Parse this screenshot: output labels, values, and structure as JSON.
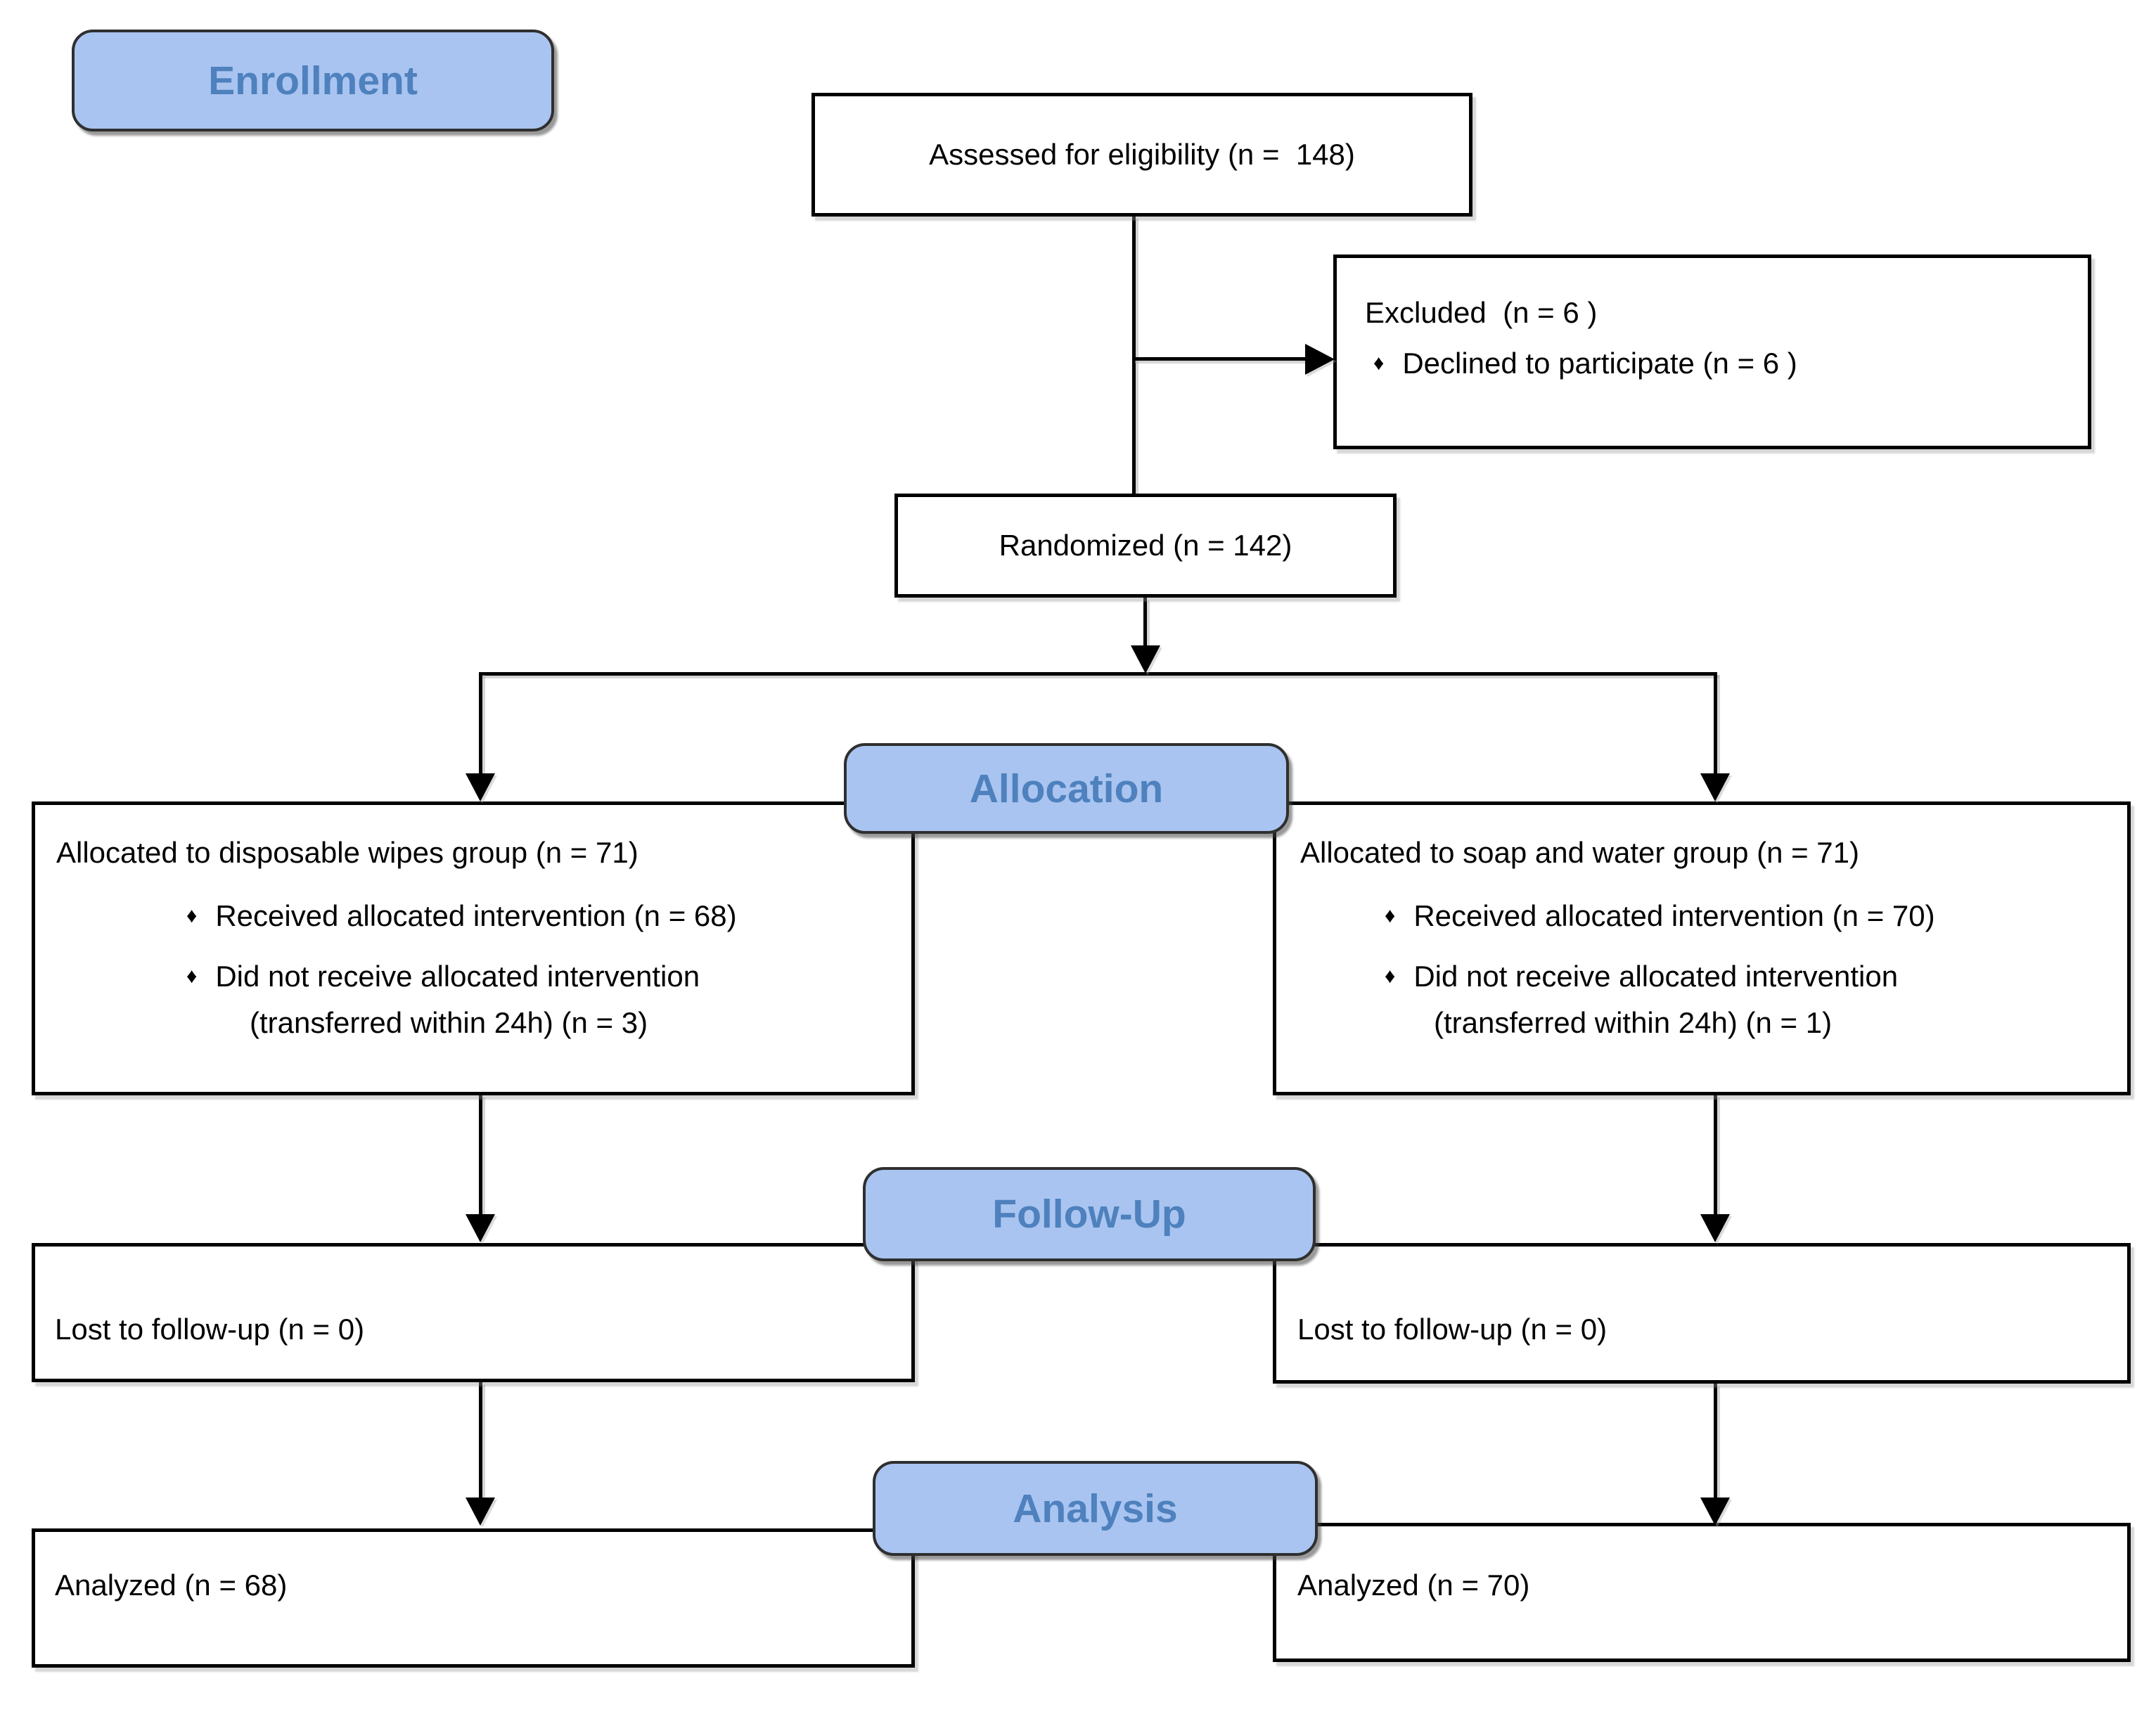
{
  "colors": {
    "label_fill": "#a9c4f0",
    "label_border": "#2f2f2f",
    "label_text": "#4e81bd",
    "box_border": "#000000",
    "line": "#000000",
    "page_bg": "#ffffff"
  },
  "bullet_glyph": "♦",
  "labels": {
    "enrollment": "Enrollment",
    "allocation": "Allocation",
    "followup": "Follow-Up",
    "analysis": "Analysis"
  },
  "boxes": {
    "assessed": {
      "text": "Assessed for eligibility (n =  148)"
    },
    "excluded": {
      "title": "Excluded  (n = 6 )",
      "bullet": "Declined to participate (n = 6 )"
    },
    "randomized": {
      "text": "Randomized (n = 142)"
    },
    "allocation_left": {
      "title": "Allocated to disposable wipes group (n = 71)",
      "bullet1": "Received allocated intervention (n = 68)",
      "bullet2": "Did not receive allocated intervention",
      "bullet2_continuation": "(transferred within 24h) (n = 3)"
    },
    "allocation_right": {
      "title": "Allocated to soap and water group (n = 71)",
      "bullet1": "Received allocated intervention (n = 70)",
      "bullet2": "Did not receive allocated intervention",
      "bullet2_continuation": "(transferred within 24h) (n = 1)"
    },
    "followup_left": {
      "text": "Lost to follow-up (n = 0)"
    },
    "followup_right": {
      "text": "Lost to follow-up (n = 0)"
    },
    "analyzed_left": {
      "text": "Analyzed (n = 68)"
    },
    "analyzed_right": {
      "text": "Analyzed (n = 70)"
    }
  }
}
